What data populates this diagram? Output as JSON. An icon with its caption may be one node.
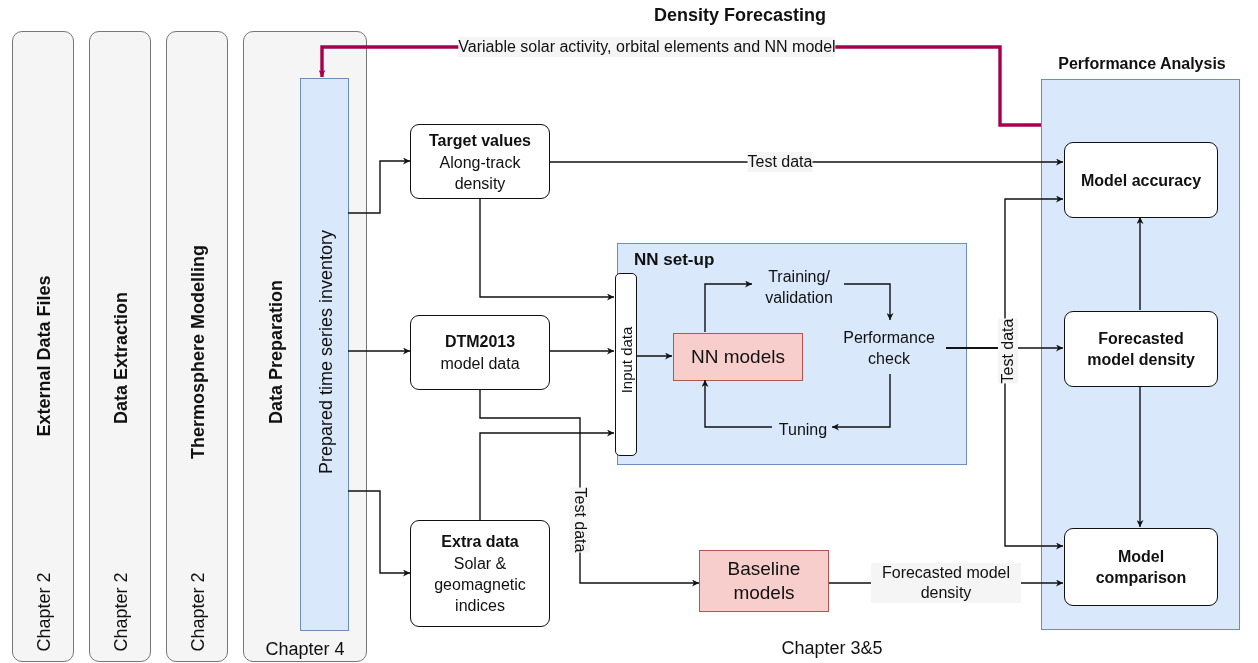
{
  "diagram": {
    "nodes": [
      {
        "text": [
          "External Data Files",
          "Chapter 2"
        ]
      },
      {
        "text": [
          "Data Extraction",
          "Chapter 2"
        ]
      },
      {
        "text": [
          "Thermosphere Modelling",
          "Chapter 2"
        ]
      },
      {
        "text": [
          "Data Preparation",
          "Chapter 4"
        ]
      },
      {
        "text": [
          "Prepared time series inventory"
        ],
        "in": 3
      },
      {
        "text": [
          "Density Forecasting",
          "Chapter 3&5"
        ]
      },
      {
        "text": [
          "Target values",
          "Along-track density"
        ],
        "in": 5
      },
      {
        "text": [
          "DTM2013",
          "model data"
        ],
        "in": 5
      },
      {
        "text": [
          "Extra data",
          "Solar & geomagnetic indices"
        ],
        "in": 5
      },
      {
        "text": [
          "NN set-up"
        ],
        "in": 5
      },
      {
        "text": [
          "Input data"
        ],
        "in": 9
      },
      {
        "text": [
          "NN models"
        ],
        "in": 9
      },
      {
        "text": [
          "Training/ validation"
        ],
        "in": 9
      },
      {
        "text": [
          "Performance check"
        ],
        "in": 9
      },
      {
        "text": [
          "Tuning"
        ],
        "in": 9
      },
      {
        "text": [
          "Baseline models"
        ],
        "in": 5
      },
      {
        "text": [
          "Performance Analysis"
        ],
        "in": 5
      },
      {
        "text": [
          "Model accuracy"
        ],
        "in": 16
      },
      {
        "text": [
          "Forecasted model density"
        ],
        "in": 16
      },
      {
        "text": [
          "Model comparison"
        ],
        "in": 16
      }
    ],
    "edges": [
      {
        "from": 4,
        "to": 6,
        "arrow": "to"
      },
      {
        "from": 4,
        "to": 7,
        "arrow": "to"
      },
      {
        "from": 4,
        "to": 8,
        "arrow": "to"
      },
      {
        "from": 6,
        "to": 10,
        "arrow": "to"
      },
      {
        "from": 7,
        "to": 10,
        "arrow": "to"
      },
      {
        "from": 8,
        "to": 10,
        "arrow": "to"
      },
      {
        "from": 10,
        "to": 11,
        "arrow": "to"
      },
      {
        "from": 11,
        "to": 12,
        "arrow": "to"
      },
      {
        "from": 12,
        "to": 13,
        "arrow": "to"
      },
      {
        "from": 13,
        "to": 14,
        "arrow": "to"
      },
      {
        "from": 14,
        "to": 11,
        "arrow": "to"
      },
      {
        "from": 6,
        "to": 17,
        "arrow": "to",
        "label": "Test data"
      },
      {
        "from": 13,
        "to": 18,
        "arrow": "to",
        "label": "Test data"
      },
      {
        "from": 13,
        "to": 17,
        "arrow": "to"
      },
      {
        "from": 13,
        "to": 19,
        "arrow": "to"
      },
      {
        "from": 7,
        "to": 15,
        "arrow": "to",
        "label": "Test data"
      },
      {
        "from": 15,
        "to": 19,
        "arrow": "to",
        "label": "Forecasted model density"
      },
      {
        "from": 18,
        "to": 17,
        "arrow": "to"
      },
      {
        "from": 18,
        "to": 19,
        "arrow": "to"
      },
      {
        "from": 16,
        "to": 4,
        "arrow": "to",
        "label": "Variable solar activity, orbital elements and NN model",
        "style": "thick",
        "color": "#a50050"
      }
    ]
  }
}
